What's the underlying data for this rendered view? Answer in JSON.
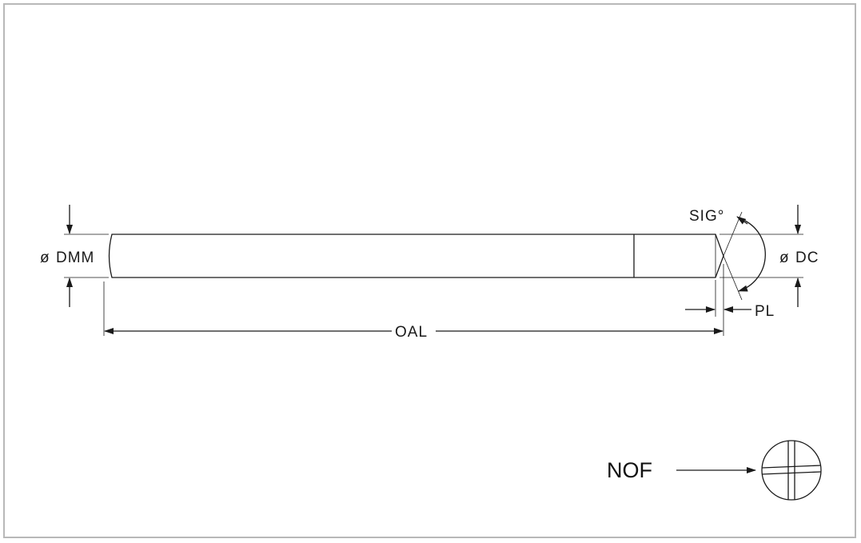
{
  "drawing": {
    "labels": {
      "dmm": "DMM",
      "dc": "DC",
      "sig": "SIG°",
      "pl": "PL",
      "oal": "OAL",
      "nof": "NOF"
    },
    "diameter_symbol": "ø",
    "colors": {
      "line": "#1a1a1a",
      "frame": "#b8b8b8",
      "background": "#ffffff"
    }
  }
}
